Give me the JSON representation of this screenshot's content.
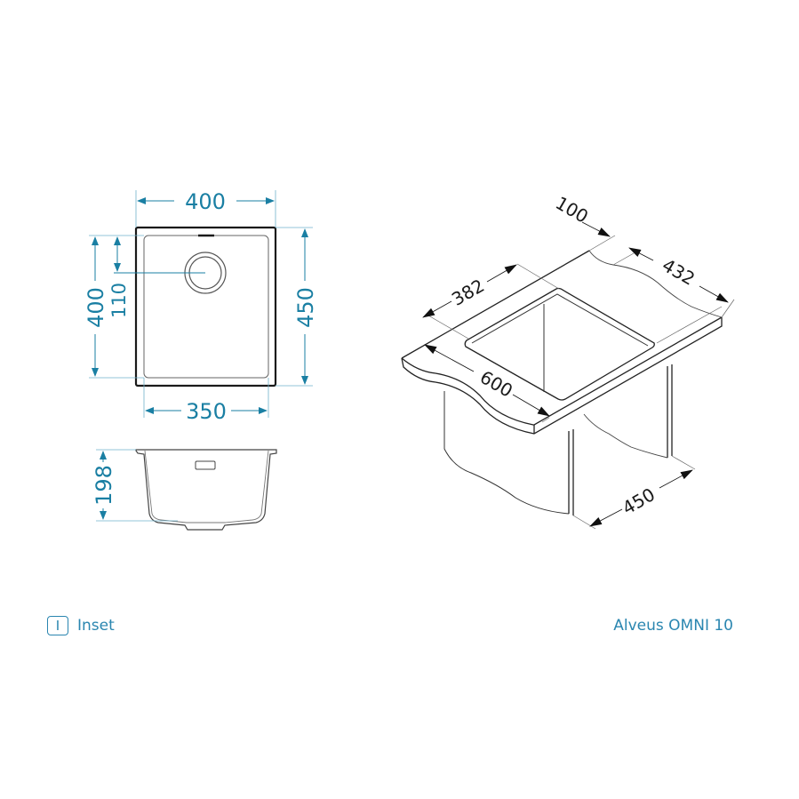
{
  "colors": {
    "dimension": "#1a7fa3",
    "outline": "#1a1a1a",
    "thin_line": "#555555",
    "legend": "#2a86b0"
  },
  "top_view": {
    "width_outer": "400",
    "depth_outer": "450",
    "width_inner": "350",
    "depth_inner": "400",
    "drain_offset": "110"
  },
  "side_view": {
    "height": "198"
  },
  "iso_view": {
    "dim_100": "100",
    "dim_432": "432",
    "dim_382": "382",
    "dim_600": "600",
    "dim_450": "450"
  },
  "legend": {
    "icon_glyph": "I",
    "label": "Inset"
  },
  "model_name": "Alveus OMNI 10"
}
